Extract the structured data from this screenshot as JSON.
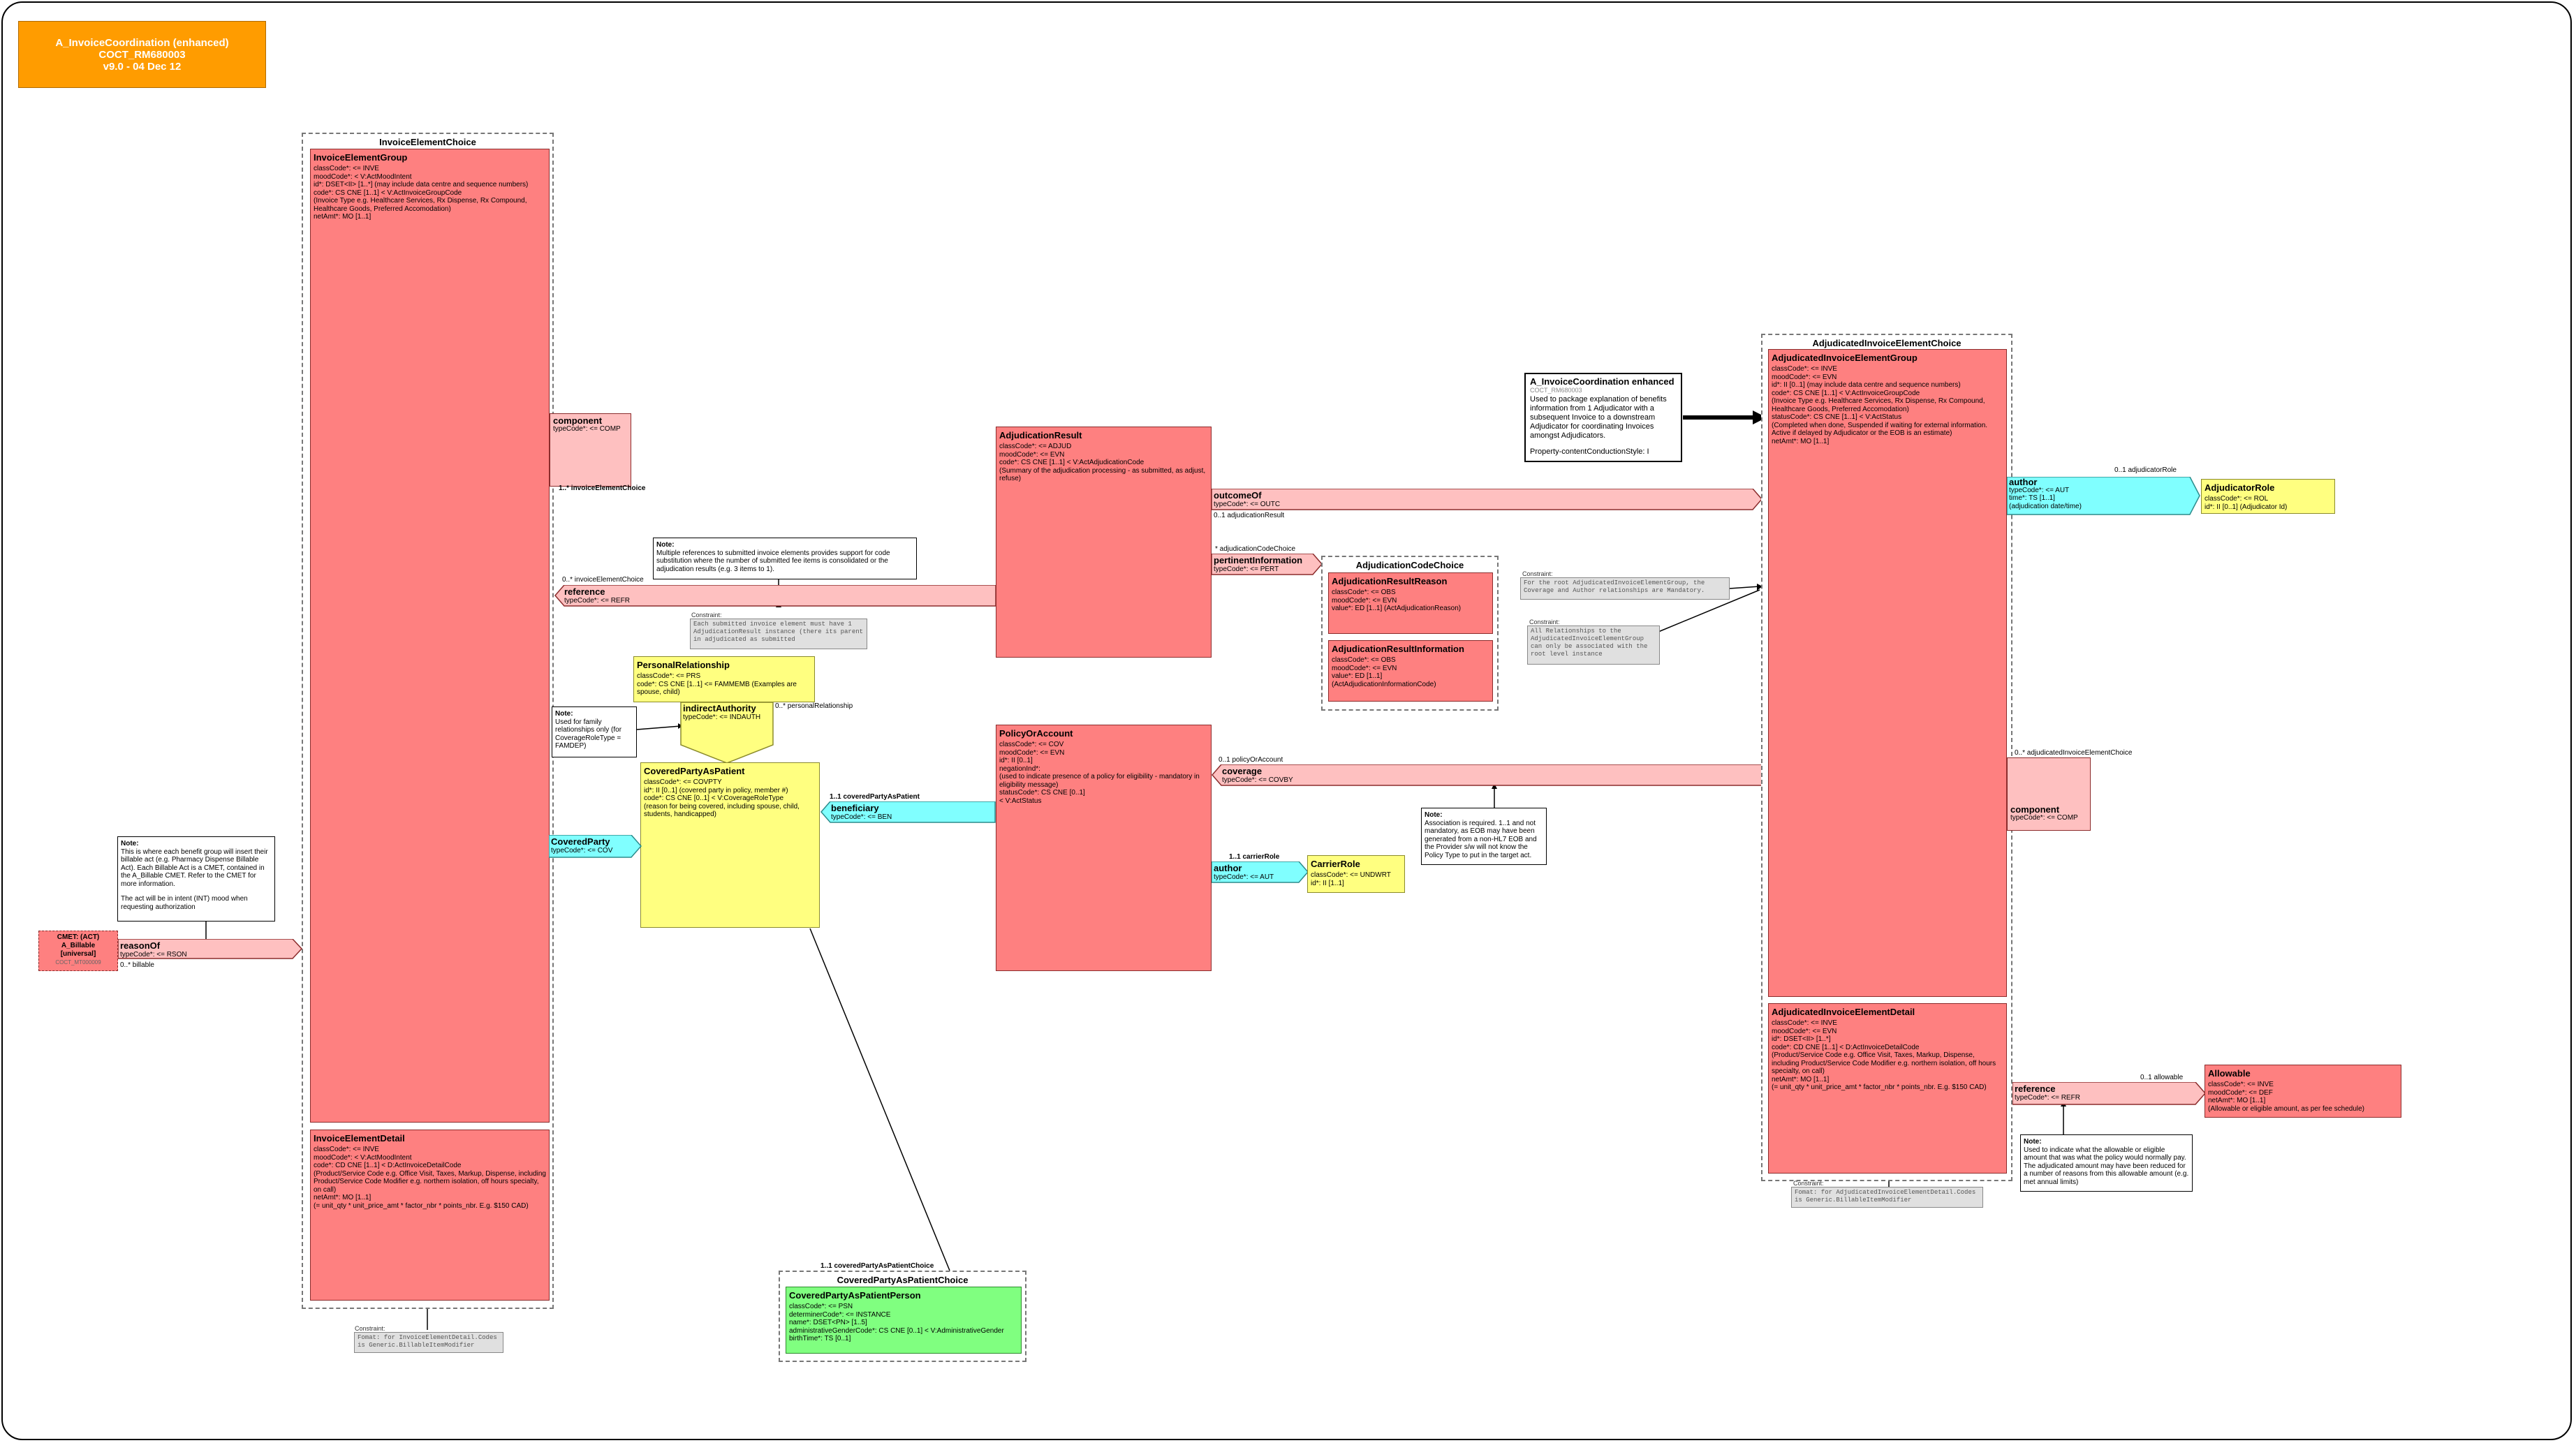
{
  "title": {
    "line1": "A_InvoiceCoordination (enhanced)",
    "line2": "COCT_RM680003",
    "line3": "v9.0 - 04 Dec 12"
  },
  "invoice_element_choice": {
    "title": "InvoiceElementChoice",
    "group": {
      "name": "InvoiceElementGroup",
      "attrs": [
        "classCode*: <= INVE",
        "moodCode*: < V:ActMoodIntent",
        "id*: DSET<II> [1..*] (may include data centre and sequence numbers)",
        "code*: CS CNE [1..1] < V:ActInvoiceGroupCode",
        "(Invoice Type e.g. Healthcare Services, Rx Dispense, Rx Compound, Healthcare Goods, Preferred Accomodation)",
        "netAmt*: MO [1..1]"
      ]
    },
    "detail": {
      "name": "InvoiceElementDetail",
      "attrs": [
        "classCode*: <= INVE",
        "moodCode*: < V:ActMoodIntent",
        "code*: CD CNE [1..1] < D:ActInvoiceDetailCode",
        "(Product/Service Code e.g. Office Visit, Taxes, Markup, Dispense, including Product/Service Code Modifier e.g. northern isolation, off hours specialty, on call)",
        "netAmt*: MO [1..1]",
        "(= unit_qty * unit_price_amt * factor_nbr * points_nbr. E.g. $150 CAD)"
      ]
    }
  },
  "component_left": {
    "name": "component",
    "type": "typeCode*: <= COMP",
    "card": "1..* invoiceElementChoice"
  },
  "adjudication_result": {
    "name": "AdjudicationResult",
    "attrs": [
      "classCode*: <= ADJUD",
      "moodCode*: <= EVN",
      "code*: CS CNE [1..1] < V:ActAdjudicationCode",
      "(Summary of the adjudication processing - as submitted, as adjust, refuse)"
    ]
  },
  "outcome_of": {
    "name": "outcomeOf",
    "type": "typeCode*: <= OUTC",
    "card": "0..1 adjudicationResult"
  },
  "pertinent_information": {
    "name": "pertinentInformation",
    "type": "typeCode*: <= PERT",
    "card": "* adjudicationCodeChoice"
  },
  "reference_left": {
    "name": "reference",
    "type": "typeCode*: <= REFR",
    "card": "0..* invoiceElementChoice"
  },
  "note_multiple": {
    "label": "Note:",
    "text": "Multiple references to submitted invoice elements provides support for code substitution where the number of submitted fee items is consolidated or the adjudication results (e.g. 3 items to 1)."
  },
  "constraint_each": {
    "label": "Constraint:",
    "text": "Each submitted invoice element must have 1 AdjudicationResult instance (there its parent in adjudicated as submitted"
  },
  "adjudication_code_choice": {
    "title": "AdjudicationCodeChoice",
    "reason": {
      "name": "AdjudicationResultReason",
      "attrs": [
        "classCode*: <= OBS",
        "moodCode*: <= EVN",
        "value*: ED [1..1] (ActAdjudicationReason)"
      ]
    },
    "information": {
      "name": "AdjudicationResultInformation",
      "attrs": [
        "classCode*: <= OBS",
        "moodCode*: <= EVN",
        "value*: ED [1..1]",
        "(ActAdjudicationInformationCode)"
      ]
    }
  },
  "constraint_root": {
    "label": "Constraint:",
    "text": "For the root AdjudicatedInvoiceElementGroup, the Coverage and Author relationships are Mandatory."
  },
  "constraint_all": {
    "label": "Constraint:",
    "text": "All Relationships to the AdjudicatedInvoiceElementGroup can only be associated with the root level instance"
  },
  "invoice_coord_box": {
    "title": "A_InvoiceCoordination enhanced",
    "subtitle": "COCT_RM680003",
    "text": "Used to package explanation of benefits information from 1 Adjudicator with a subsequent Invoice to a downstream Adjudicator for coordinating Invoices amongst Adjudicators.",
    "style": "Property-contentConductionStyle: I"
  },
  "adjudicated_choice": {
    "title": "AdjudicatedInvoiceElementChoice",
    "group": {
      "name": "AdjudicatedInvoiceElementGroup",
      "attrs": [
        "classCode*: <= INVE",
        "moodCode*: <= EVN",
        "id*: II [0..1] (may include data centre and sequence numbers)",
        "code*: CS CNE [1..1] < V:ActInvoiceGroupCode",
        "(Invoice Type e.g. Healthcare Services, Rx Dispense, Rx Compound, Healthcare Goods, Preferred Accomodation)",
        "statusCode*: CS CNE [1..1] < V:ActStatus",
        "(Completed when done, Suspended if waiting for external information. Active if delayed by Adjudicator or the EOB is an estimate)",
        "netAmt*: MO [1..1]"
      ]
    },
    "detail": {
      "name": "AdjudicatedInvoiceElementDetail",
      "attrs": [
        "classCode*: <= INVE",
        "moodCode*: <= EVN",
        "id*: DSET<II> [1..*]",
        "code*: CD CNE [1..1] < D:ActInvoiceDetailCode",
        "(Product/Service Code e.g. Office Visit, Taxes, Markup, Dispense, including Product/Service Code Modifier e.g. northern isolation, off hours specialty, on call)",
        "netAmt*: MO [1..1]",
        "(= unit_qty * unit_price_amt * factor_nbr * points_nbr. E.g. $150 CAD)"
      ]
    }
  },
  "author_right": {
    "name": "author",
    "attrs": [
      "typeCode*: <= AUT",
      "time*: TS [1..1]",
      "(adjudication date/time)"
    ],
    "card": "0..1 adjudicatorRole"
  },
  "adjudicator_role": {
    "name": "AdjudicatorRole",
    "attrs": [
      "classCode*: <= ROL",
      "id*: II [0..1] (Adjudicator Id)"
    ]
  },
  "component_right": {
    "name": "component",
    "type": "typeCode*: <= COMP",
    "card": "0..* adjudicatedInvoiceElementChoice"
  },
  "constraint_detail": {
    "label": "Constraint:",
    "text": "Fomat: for AdjudicatedInvoiceElementDetail.Codes is Generic.BillableItemModifier"
  },
  "reference_right": {
    "name": "reference",
    "type": "typeCode*: <= REFR",
    "card": "0..1 allowable"
  },
  "allowable": {
    "name": "Allowable",
    "attrs": [
      "classCode*: <= INVE",
      "moodCode*: <= DEF",
      "netAmt*: MO [1..1]",
      "(Allowable or eligible amount, as per fee schedule)"
    ]
  },
  "note_allowable": {
    "label": "Note:",
    "text": "Used to indicate what the allowable or eligible amount that was what the policy would normally pay. The adjudicated amount may have been reduced for a number of reasons from this allowable amount (e.g. met annual limits)"
  },
  "policy_or_account": {
    "name": "PolicyOrAccount",
    "attrs": [
      "classCode*: <= COV",
      "moodCode*: <= EVN",
      "id*: II [0..1]",
      "negationInd*:",
      "(used to indicate presence of a policy for eligibility - mandatory in eligibility message)",
      "statusCode*: CS CNE [0..1]",
      "< V:ActStatus"
    ]
  },
  "coverage": {
    "name": "coverage",
    "type": "typeCode*: <= COVBY",
    "card": "0..1 policyOrAccount"
  },
  "note_association": {
    "label": "Note:",
    "text": "Association is required. 1..1 and not mandatory, as EOB may have been generated from a non-HL7 EOB and the Provider s/w will not know the Policy Type to put in the target act."
  },
  "author_mid": {
    "name": "author",
    "type": "typeCode*: <= AUT",
    "card": "1..1 carrierRole"
  },
  "carrier_role": {
    "name": "CarrierRole",
    "attrs": [
      "classCode*: <= UNDWRT",
      "id*: II [1..1]"
    ]
  },
  "beneficiary": {
    "name": "beneficiary",
    "type": "typeCode*: <= BEN",
    "card": "1..1 coveredPartyAsPatient"
  },
  "covered_party": {
    "name": "CoveredParty",
    "type": "typeCode*: <= COV"
  },
  "covered_party_as_patient": {
    "name": "CoveredPartyAsPatient",
    "attrs": [
      "classCode*: <= COVPTY",
      "id*: II [0..1] (covered party in policy, member #)",
      "code*: CS CNE [0..1] < V:CoverageRoleType",
      "(reason for being covered, including spouse, child, students, handicapped)"
    ]
  },
  "personal_relationship": {
    "name": "PersonalRelationship",
    "attrs": [
      "classCode*: <= PRS",
      "code*: CS CNE [1..1] <= FAMMEMB (Examples are spouse, child)"
    ]
  },
  "indirect_authority": {
    "name": "indirectAuthority",
    "type": "typeCode*: <= INDAUTH",
    "card": "0..* personalRelationship"
  },
  "note_family": {
    "label": "Note:",
    "text": "Used for family relationships only (for CoverageRoleType = FAMDEP)"
  },
  "covered_party_choice": {
    "title": "CoveredPartyAsPatientChoice",
    "card": "1..1 coveredPartyAsPatientChoice",
    "person": {
      "name": "CoveredPartyAsPatientPerson",
      "attrs": [
        "classCode*: <= PSN",
        "determinerCode*: <= INSTANCE",
        "name*: DSET<PN> [1..5]",
        "administrativeGenderCode*: CS CNE [0..1] < V:AdministrativeGender",
        "birthTime*: TS [0..1]"
      ]
    }
  },
  "note_benefit": {
    "label": "Note:",
    "text1": "This is where each benefit group will insert their billable act (e.g. Pharmacy Dispense Billable Act). Each Billable Act is a CMET, contained in the A_Billable CMET. Refer to the CMET for more information.",
    "text2": "The act will be in intent (INT) mood when requesting authorization"
  },
  "cmet_billable": {
    "line1": "CMET: (ACT)",
    "line2": "A_Billable",
    "line3": "[universal]",
    "line4": "COCT_MT000009"
  },
  "reason_of": {
    "name": "reasonOf",
    "type": "typeCode*: <= RSON",
    "card": "0..* billable"
  },
  "constraint_invoice_detail": {
    "label": "Constraint:",
    "text": "Fomat: for InvoiceElementDetail.Codes is Generic.BillableItemModifier"
  },
  "colors": {
    "act_red": "#fe8080",
    "act_pink": "#fec0c0",
    "role_yellow": "#ffff80",
    "participation_cyan": "#80ffff",
    "entity_green": "#80ff80",
    "title_orange": "#ff9c00"
  }
}
